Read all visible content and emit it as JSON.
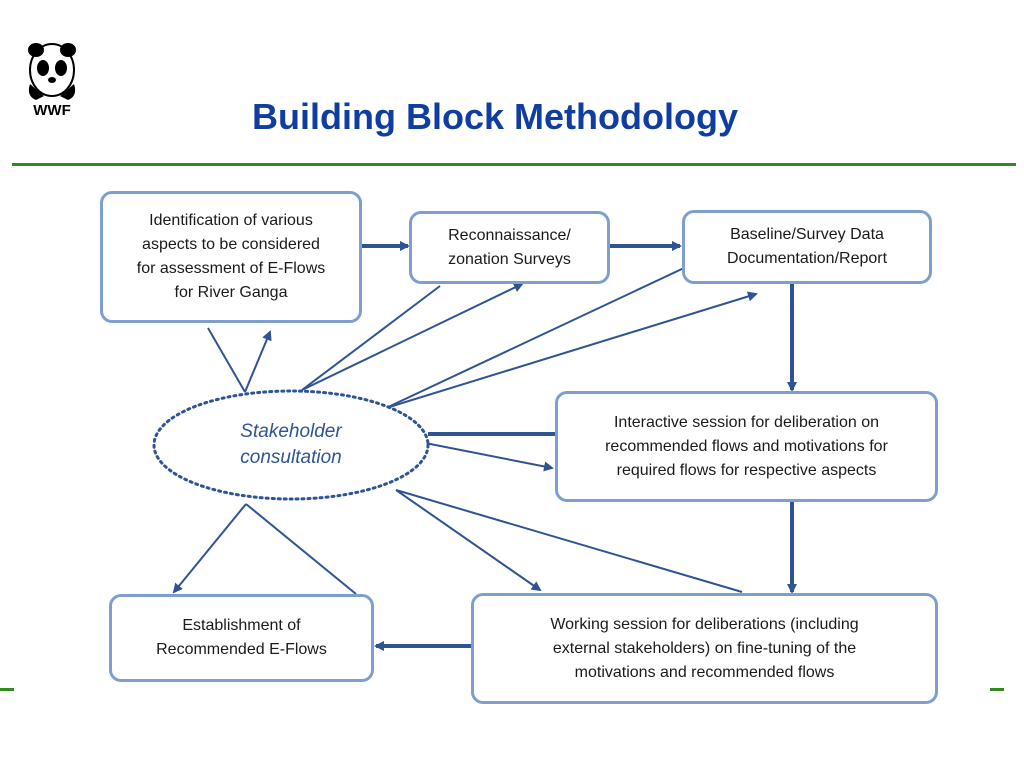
{
  "header": {
    "logo_text": "WWF",
    "title": "Building Block Methodology"
  },
  "diagram": {
    "boxes": {
      "identification": "Identification of various\naspects to be considered\nfor assessment of E-Flows\nfor River Ganga",
      "reconnaissance": "Reconnaissance/\nzonation Surveys",
      "baseline": "Baseline/Survey Data\nDocumentation/Report",
      "interactive": "Interactive session for deliberation on\nrecommended flows and motivations for\nrequired flows for respective aspects",
      "working": "Working session for deliberations (including\nexternal stakeholders) on fine-tuning of the\nmotivations and recommended flows",
      "establishment": "Establishment of\nRecommended E-Flows"
    },
    "stakeholder": "Stakeholder\nconsultation",
    "colors": {
      "box_border": "#7d9fd0",
      "arrow": "#2e5493",
      "title": "#0f3ea0",
      "divider": "#2e8b1e"
    }
  }
}
